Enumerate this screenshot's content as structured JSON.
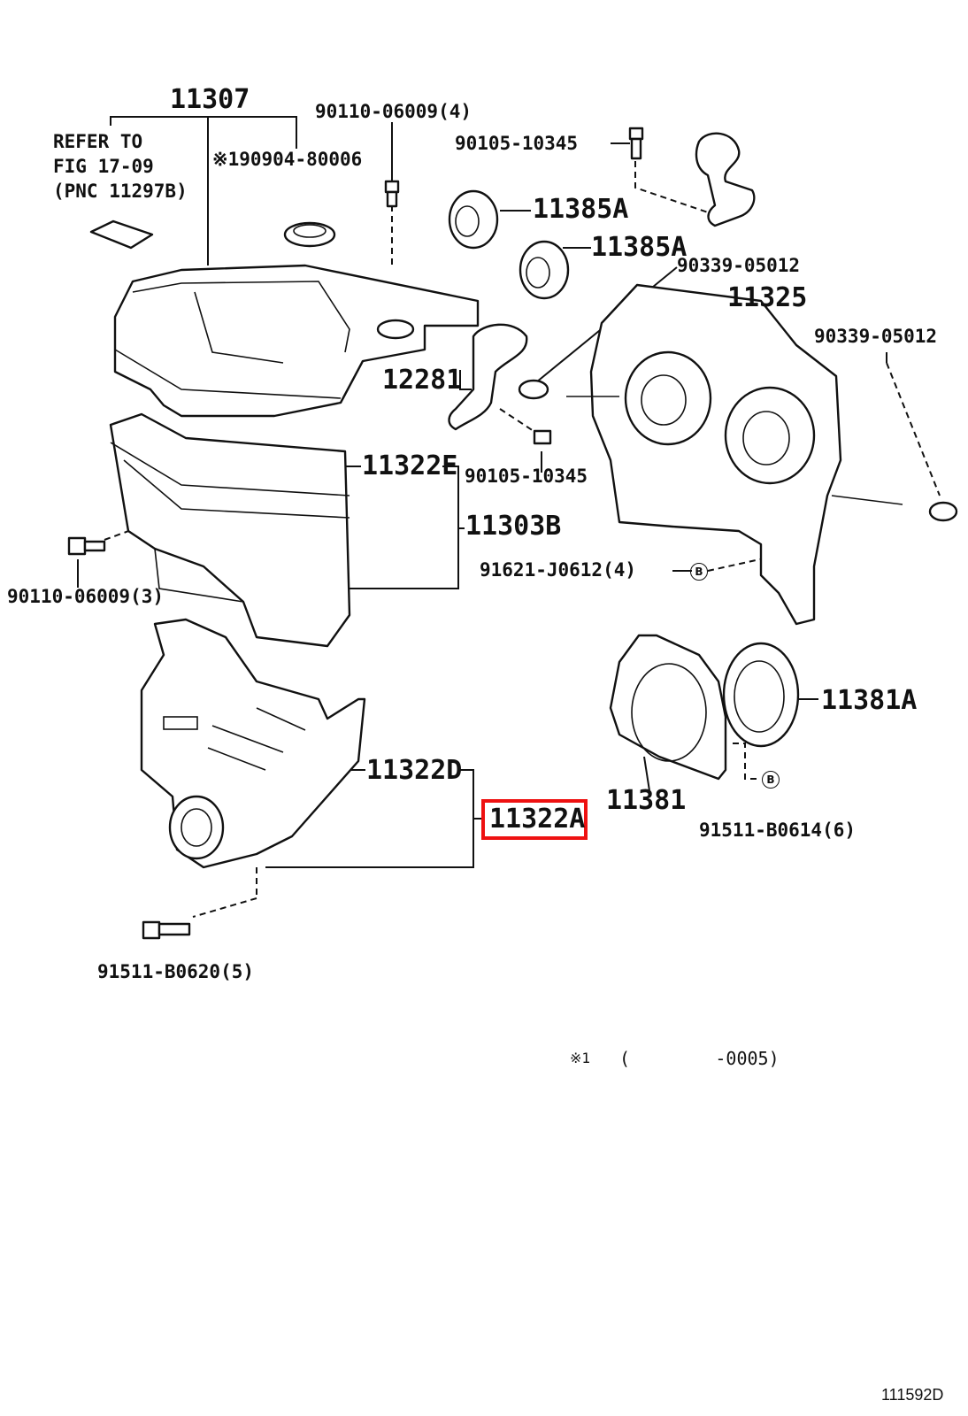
{
  "diagram": {
    "callouts": {
      "c11307": "11307",
      "c90110_4": "90110-06009(4)",
      "refer_line1": "REFER TO",
      "refer_line2": "FIG 17-09",
      "refer_line3": "(PNC 11297B)",
      "c90904": "※190904-80006",
      "c90105_top": "90105-10345",
      "c11385a_1": "11385A",
      "c11385a_2": "11385A",
      "c90339_1": "90339-05012",
      "c11325": "11325",
      "c90339_2": "90339-05012",
      "c12281": "12281",
      "c11322e": "11322E",
      "c90105_mid": "90105-10345",
      "c11303b": "11303B",
      "c91621": "91621-J0612(4)",
      "c90110_3": "90110-06009(3)",
      "c11381a": "11381A",
      "c11322d": "11322D",
      "c11322a": "11322A",
      "c11381": "11381",
      "c91511_b0614": "91511-B0614(6)",
      "c91511_b0620": "91511-B0620(5)"
    },
    "b_mark": "B",
    "footnote_mark": "※1",
    "footnote_text": "(        -0005)",
    "figure_id": "111592D",
    "highlight_color": "#ee1111"
  }
}
